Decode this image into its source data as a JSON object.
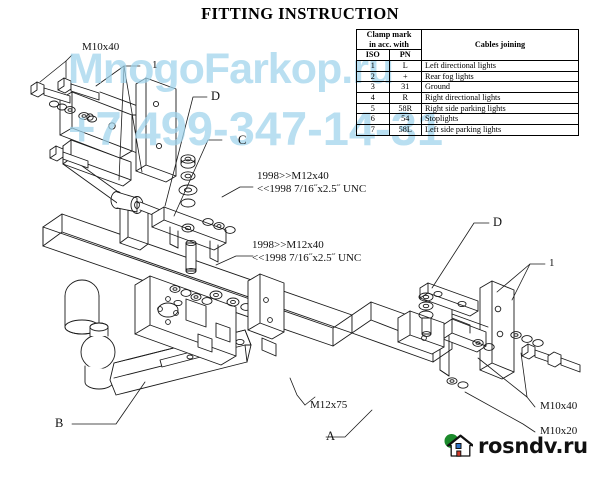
{
  "document": {
    "title": "FITTING INSTRUCTION"
  },
  "table": {
    "headers": {
      "clamp_mark": "Clamp mark\nin acc. with",
      "clamp_mark_line1": "Clamp mark",
      "clamp_mark_line2": "in acc. with",
      "cables_joining": "Cables joining",
      "iso": "ISO",
      "pn": "PN"
    },
    "rows": [
      {
        "iso": "1",
        "pn": "L",
        "cable": "Left directional lights"
      },
      {
        "iso": "2",
        "pn": "+",
        "cable": "Rear fog lights"
      },
      {
        "iso": "3",
        "pn": "31",
        "cable": "Ground"
      },
      {
        "iso": "4",
        "pn": "R",
        "cable": "Right directional lights"
      },
      {
        "iso": "5",
        "pn": "58R",
        "cable": "Right side parking lights"
      },
      {
        "iso": "6",
        "pn": "54",
        "cable": "Stoplights"
      },
      {
        "iso": "7",
        "pn": "58L",
        "cable": "Left side parking lights"
      }
    ]
  },
  "callouts": {
    "m10x40_top": "M10x40",
    "one_top": "1",
    "d_top": "D",
    "c_mid": "C",
    "bolt_note_1_line1": "1998>>M12x40",
    "bolt_note_1_line2": "<<1998 7/16˝x2.5˝ UNC",
    "bolt_note_2_line1": "1998>>M12x40",
    "bolt_note_2_line2": "<<1998 7/16˝x2.5˝ UNC",
    "d_right": "D",
    "one_right": "1",
    "b_bottom": "B",
    "m12x75": "M12x75",
    "a_bottom": "A",
    "m10x40_right": "M10x40",
    "m10x20_right": "M10x20"
  },
  "watermark": {
    "site": "MnogoFarkop.ru",
    "phone": "+7 499-347-14-31",
    "color": "#9fd4ec"
  },
  "logo": {
    "text": "rosndv.ru",
    "icon_house": "house-icon",
    "icon_tree": "tree-icon",
    "tree_color": "#1b8a2b",
    "roof_color": "#111111",
    "window_color": "#2f72c7",
    "door_color": "#d23a2a"
  }
}
